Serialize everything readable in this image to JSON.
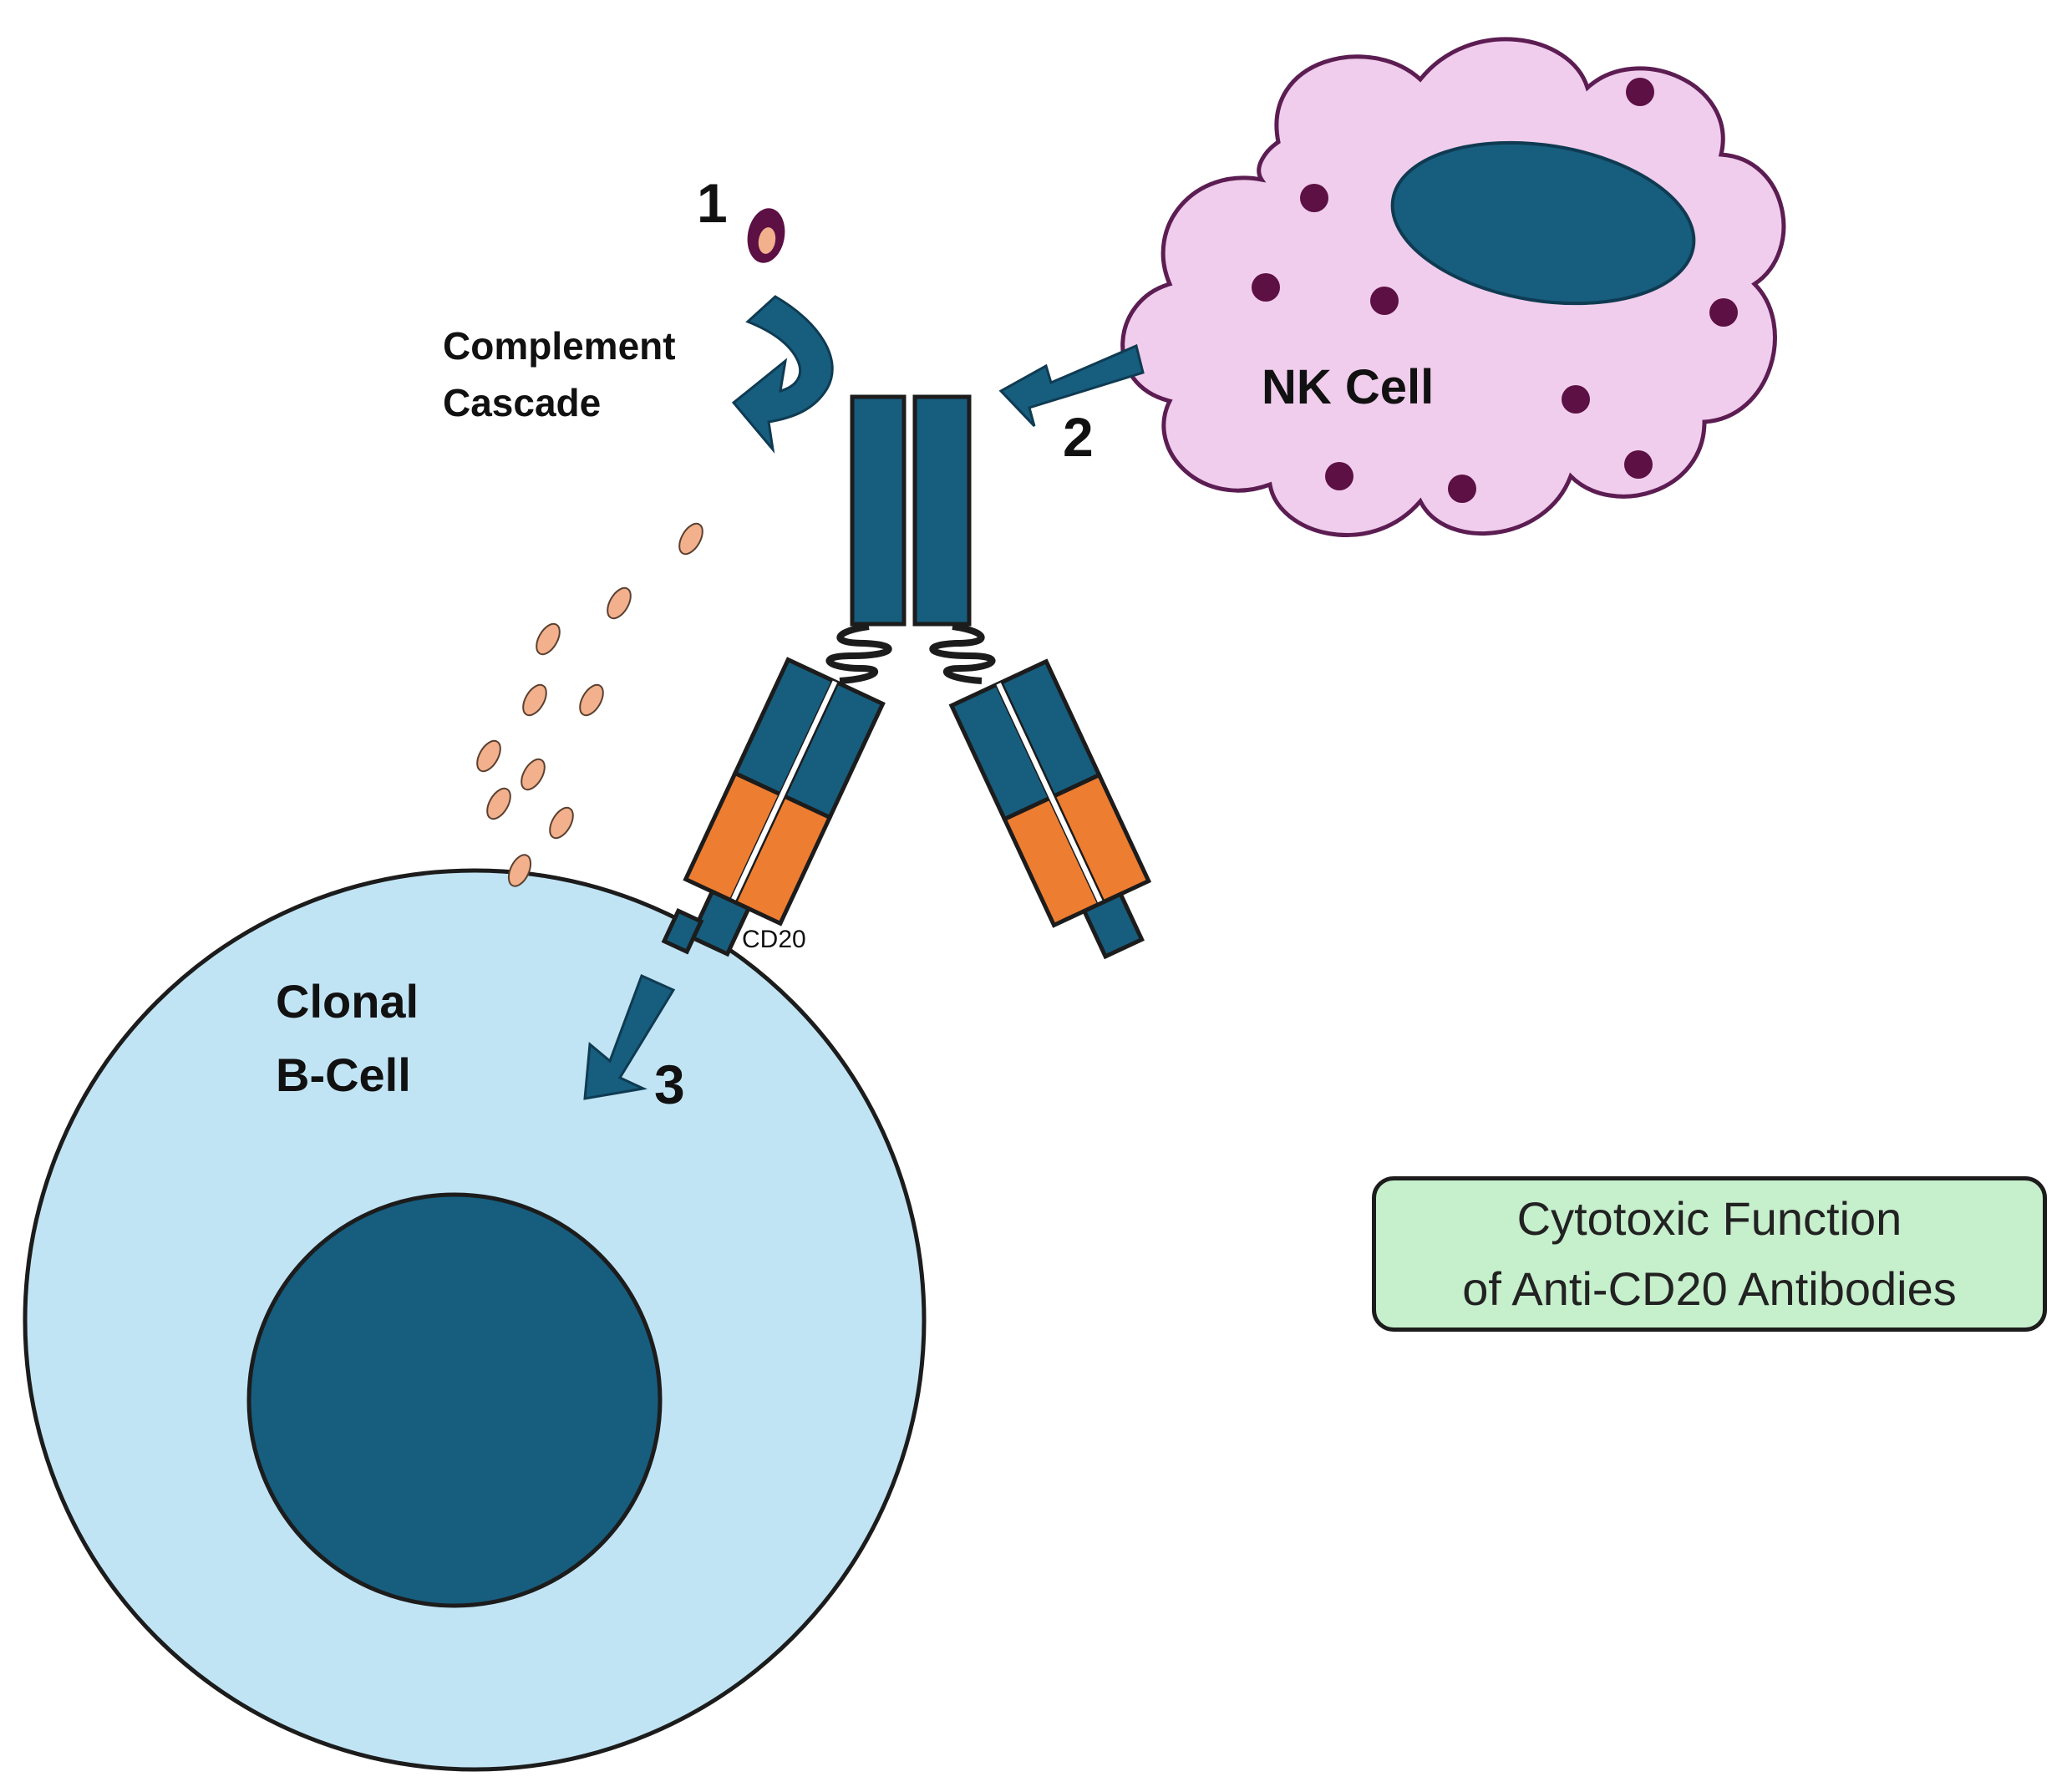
{
  "labels": {
    "step1": "1",
    "step2": "2",
    "step3": "3",
    "complement_line1": "Complement",
    "complement_line2": "Cascade",
    "nk_cell": "NK Cell",
    "bcell_line1": "Clonal",
    "bcell_line2": "B-Cell",
    "cd20": "CD20"
  },
  "title_box": {
    "line1": "Cytotoxic Function",
    "line2": "of Anti-CD20 Antibodies"
  },
  "colors": {
    "antibody": "#175d7e",
    "antibody_light_chain": "#ed7d31",
    "complement_particle": "#f2b08c",
    "nk_cell_fill": "#f0cdec",
    "nk_cell_outline": "#5c1d52",
    "nk_granule": "#5c1044",
    "bcell_fill": "#c1e4f4",
    "nucleus": "#175d7e",
    "title_box_fill": "#c6efcc"
  }
}
